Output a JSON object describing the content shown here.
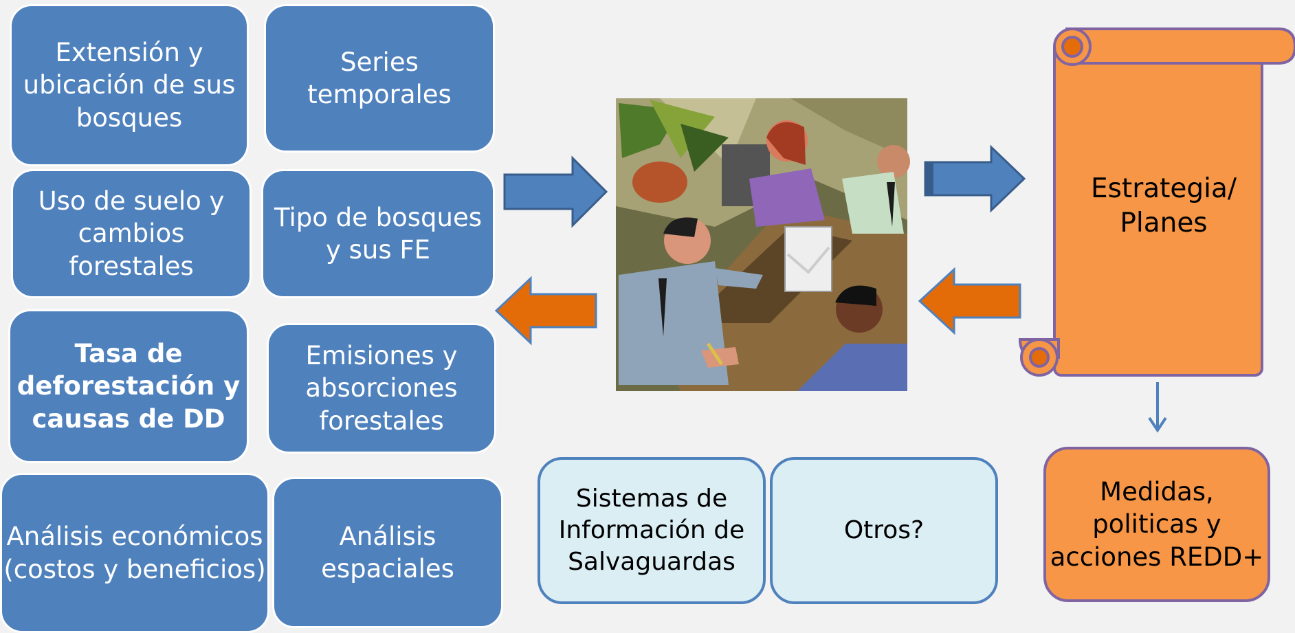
{
  "boxes": {
    "extension": "Extensión y ubicación de sus bosques",
    "series": "Series temporales",
    "land_use": "Uso de suelo y cambios forestales",
    "forest_type": "Tipo de bosques y sus FE",
    "deforestation": "Tasa de deforestación y causas de DD",
    "emissions": "Emisiones y absorciones forestales",
    "economic": "Análisis económicos (costos y beneficios)",
    "spatial": "Análisis espaciales"
  },
  "safeguards": "Sistemas de Información de Salvaguardas",
  "others": "Otros?",
  "strategy": "Estrategia/ Planes",
  "measures": "Medidas, politicas y acciones REDD+",
  "colors": {
    "blue_box": "#4f81bd",
    "light_box": "#dbeef4",
    "orange_box": "#f79646",
    "orange_arrow": "#e36c09",
    "purple_border": "#8064a2"
  }
}
